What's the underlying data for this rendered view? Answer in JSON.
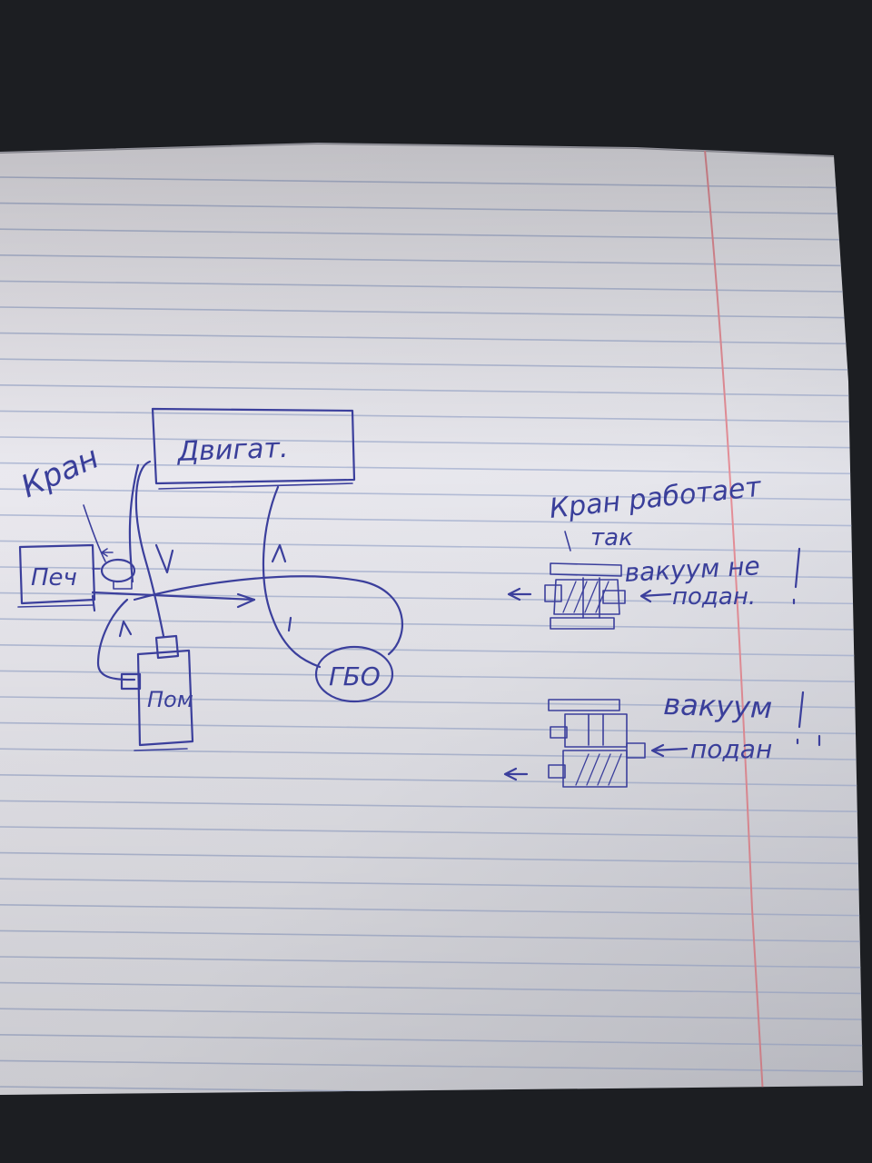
{
  "notes": {
    "engine": "Двигат.",
    "heater": "Печ",
    "valve": "Кран",
    "pump": "Пом",
    "lpg": "ГБО",
    "valve_works_line1": "Кран работает",
    "valve_works_line2": "так",
    "vacuum_not_line1": "вакуум не",
    "vacuum_not_line2": "подан.",
    "vacuum_line1": "вакуум",
    "vacuum_line2": "подан"
  },
  "colors": {
    "ink": "#3b3f9c",
    "paper": "#e9e9ee",
    "rule_lines": "#b3bcd6",
    "margin_line": "#e58f98",
    "background": "#1c1e22"
  }
}
